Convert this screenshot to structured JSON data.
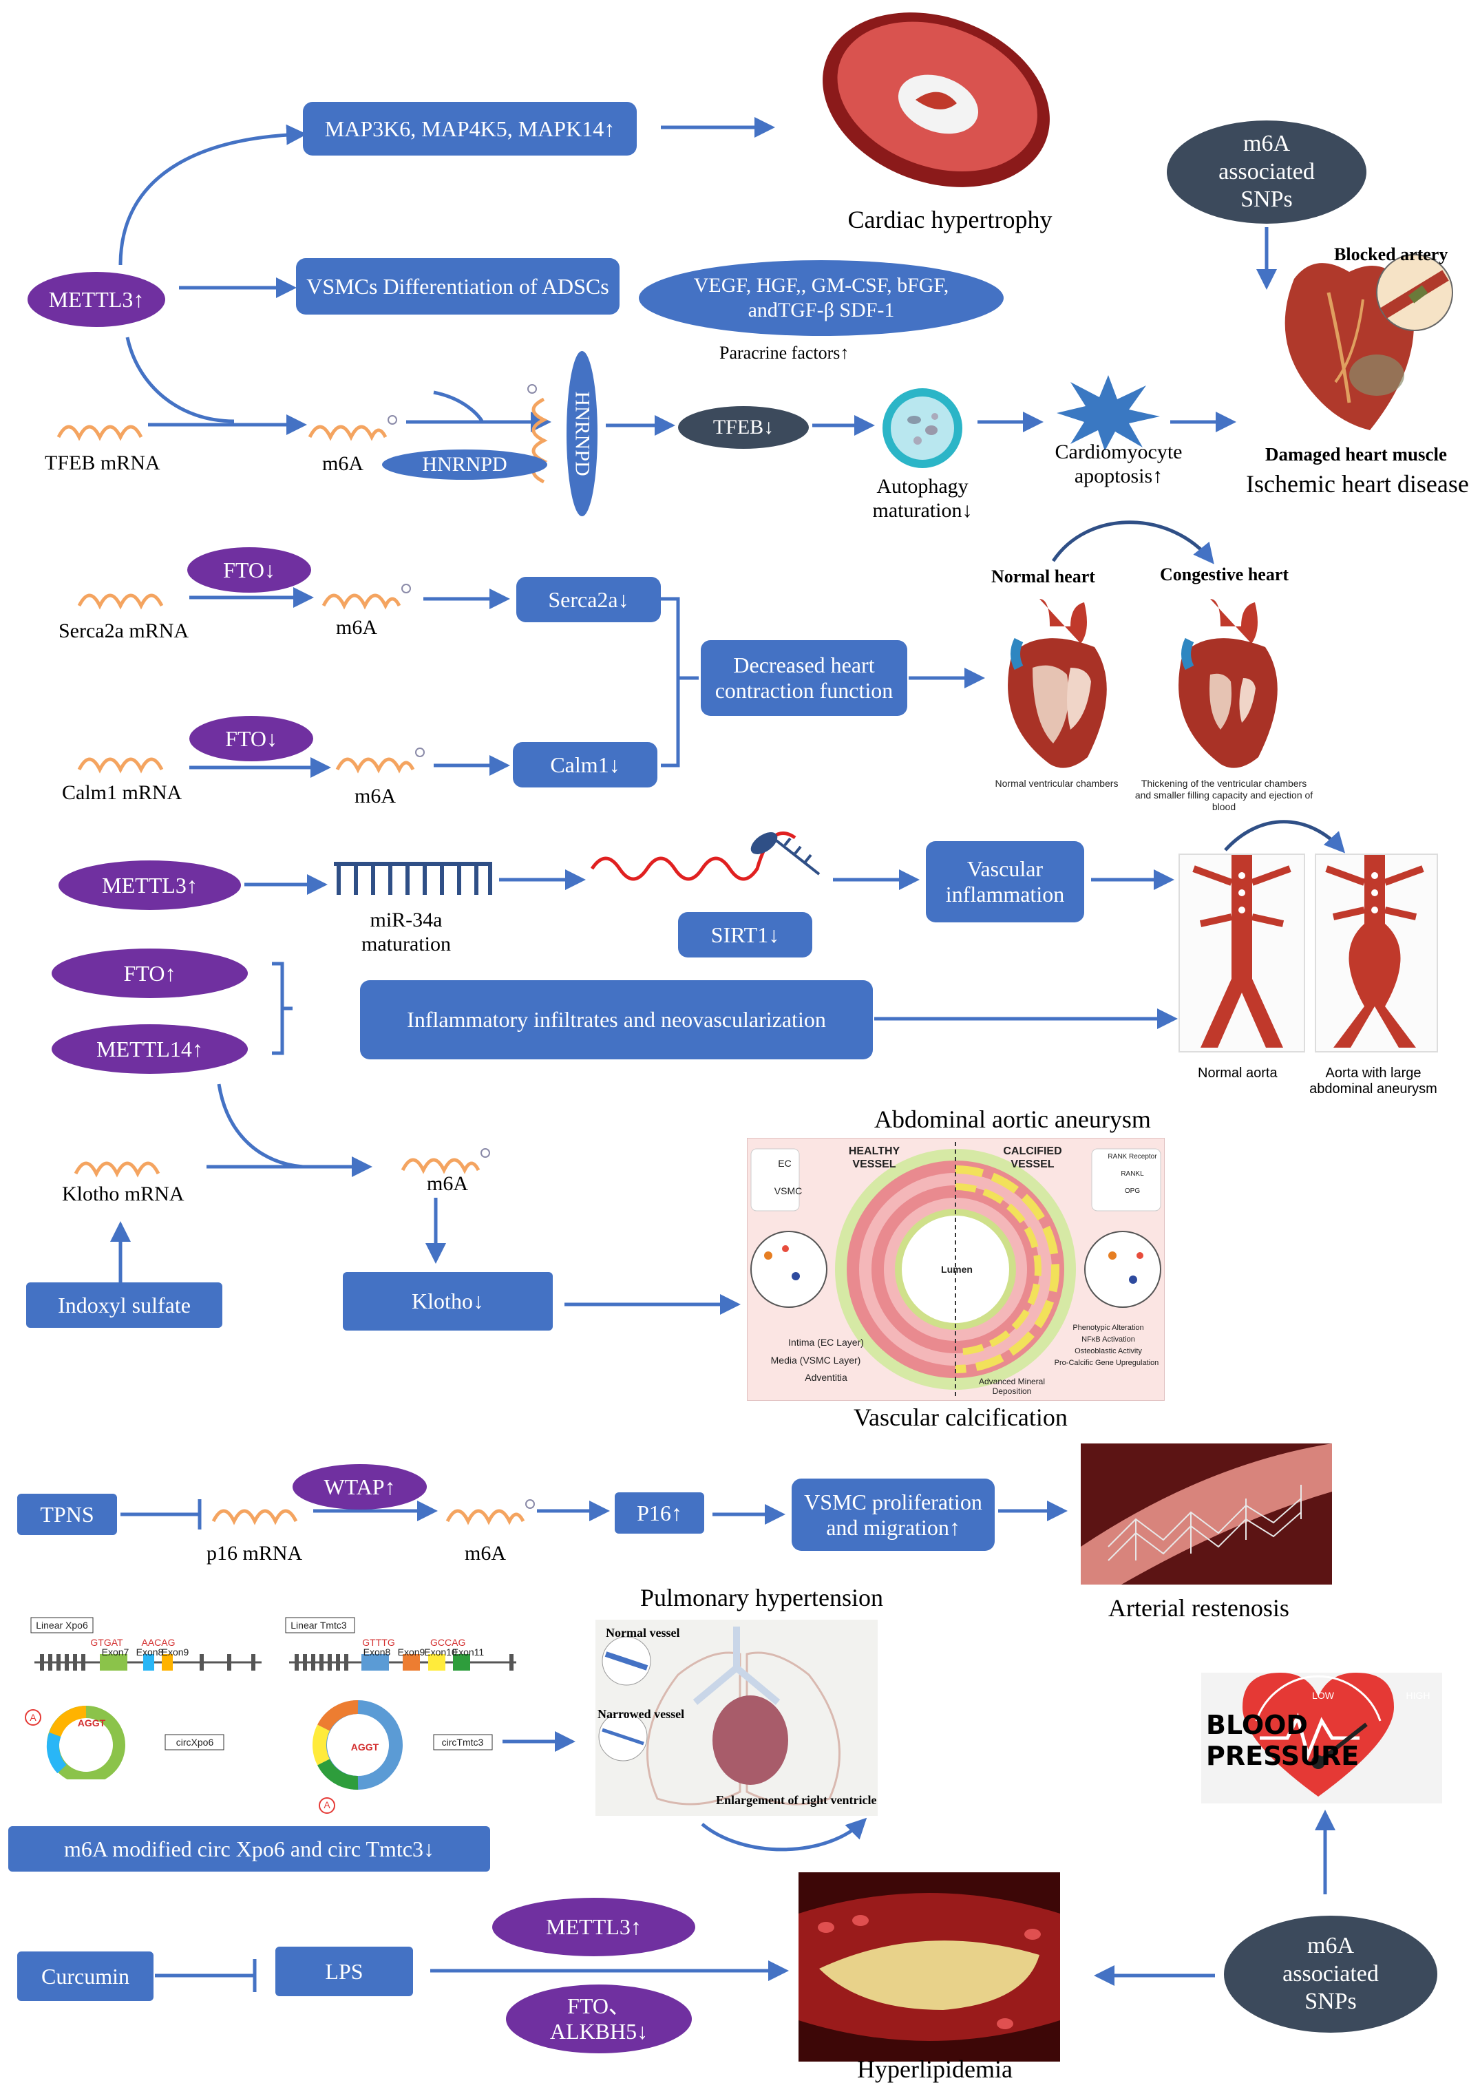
{
  "section1": {
    "map_box": "MAP3K6, MAP4K5, MAPK14↑",
    "cardiac_hypertrophy": "Cardiac hypertrophy",
    "snp_oval": "m6A associated SNPs",
    "blocked_artery": "Blocked artery",
    "mettl3": "METTL3↑",
    "vsmc_box": "VSMCs Differentiation of ADSCs",
    "vegf_oval": "VEGF, HGF,, GM-CSF, bFGF, andTGF-β SDF-1",
    "paracrine": "Paracrine factors↑",
    "tfeb_mrna": "TFEB mRNA",
    "m6a": "m6A",
    "hnrnpd": "HNRNPD",
    "tfeb": "TFEB↓",
    "autophagy": "Autophagy maturation↓",
    "apoptosis": "Cardiomyocyte apoptosis↑",
    "damaged": "Damaged heart muscle",
    "ischemic": "Ischemic heart disease"
  },
  "section2": {
    "fto": "FTO↓",
    "serca_mrna": "Serca2a mRNA",
    "m6a": "m6A",
    "serca": "Serca2a↓",
    "calm_mrna": "Calm1 mRNA",
    "calm": "Calm1↓",
    "decreased": "Decreased heart contraction function",
    "normal_heart": "Normal heart",
    "congestive_heart": "Congestive heart",
    "normal_caption": "Normal ventricular chambers",
    "congestive_caption": "Thickening of the ventricular chambers and smaller filling capacity and ejection of blood"
  },
  "section3": {
    "mettl3": "METTL3↑",
    "mir": "miR-34a maturation",
    "sirt": "SIRT1↓",
    "vascular_inflammation": "Vascular inflammation",
    "fto": "FTO↑",
    "mettl14": "METTL14↑",
    "infiltrates": "Inflammatory infiltrates and neovascularization",
    "normal_aorta": "Normal aorta",
    "aneurysm_caption": "Aorta with large abdominal aneurysm",
    "aaa": "Abdominal aortic aneurysm"
  },
  "section4": {
    "klotho_mrna": "Klotho mRNA",
    "m6a": "m6A",
    "indoxyl": "Indoxyl sulfate",
    "klotho": "Klotho↓",
    "healthy": "HEALTHY VESSEL",
    "calcified": "CALCIFIED VESSEL",
    "ec": "EC",
    "vsmc": "VSMC",
    "lumen": "Lumen",
    "intima": "Intima (EC Layer)",
    "media": "Media (VSMC Layer)",
    "adventitia": "Adventitia",
    "advanced": "Advanced Mineral Deposition",
    "rank": "RANK Receptor",
    "rankl": "RANKL",
    "opg": "OPG",
    "phenotypic": "Phenotypic Alteration",
    "nfkb": "NFκB Activation",
    "osteo": "Osteoblastic Activity",
    "procalcific": "Pro-Calcific Gene Upregulation",
    "vc": "Vascular calcification"
  },
  "section5": {
    "tpns": "TPNS",
    "wtap": "WTAP↑",
    "p16_mrna": "p16 mRNA",
    "m6a": "m6A",
    "p16": "P16↑",
    "vsmc_prolif": "VSMC proliferation and migration↑",
    "restenosis": "Arterial restenosis"
  },
  "section6": {
    "ph": "Pulmonary hypertension",
    "linear_xpo6": "Linear Xpo6",
    "linear_tmtc3": "Linear Tmtc3",
    "exon7": "Exon7",
    "exon8": "Exon8",
    "exon9": "Exon9",
    "exon8b": "Exon8",
    "exon9b": "Exon9",
    "exon10": "Exon10",
    "exon11": "Exon11",
    "gtgat": "GTGAT",
    "aacag": "AACAG",
    "gttg": "GTTTG",
    "gccag": "GCCAG",
    "aggt": "AGGT",
    "a": "A",
    "circxpo6": "circXpo6",
    "circtmtc3": "circTmtc3",
    "normal_vessel": "Normal vessel",
    "narrowed_vessel": "Narrowed vessel",
    "enlargement": "Enlargement of right ventricle",
    "m6a_circ": "m6A modified circ Xpo6 and circ Tmtc3↓",
    "blood": "BLOOD",
    "pressure": "PRESSURE",
    "low": "LOW",
    "high": "HIGH"
  },
  "section7": {
    "curcumin": "Curcumin",
    "lps": "LPS",
    "mettl3": "METTL3↑",
    "fto": "FTO、ALKBH5↓",
    "snp": "m6A associated SNPs",
    "hyperlipidemia": "Hyperlipidemia"
  },
  "colors": {
    "box_blue": "#4472c4",
    "purple": "#7030a0",
    "dark_slate": "#3c4a5c",
    "rna_orange": "#f4a460",
    "arrow_blue": "#4472c4"
  }
}
